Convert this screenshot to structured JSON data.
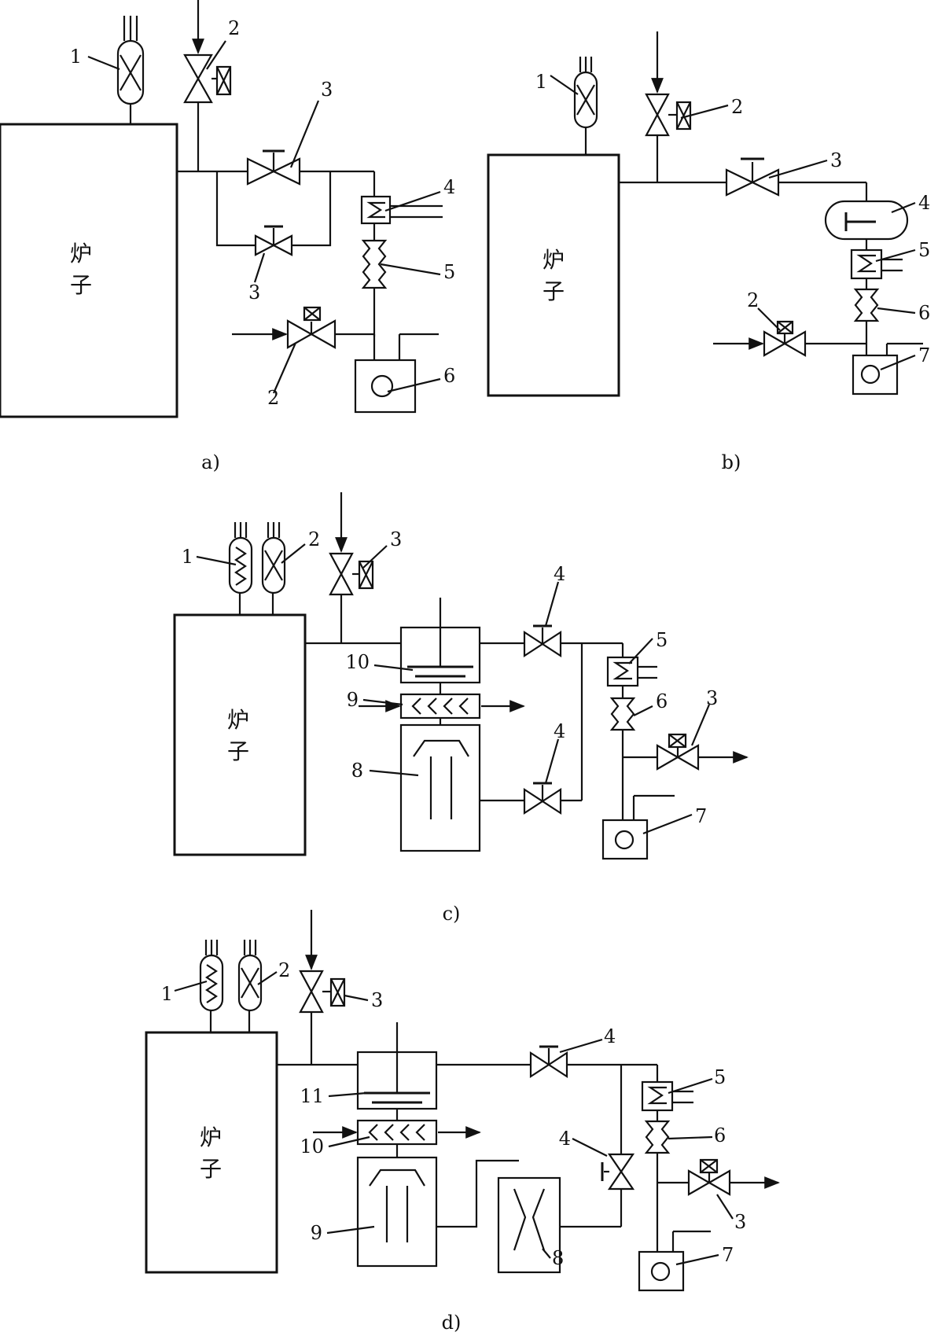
{
  "furnace_label": [
    "炉",
    "子"
  ],
  "panels": {
    "a": {
      "caption": "a)",
      "labels": {
        "n1": "1",
        "n2a": "2",
        "n2b": "2",
        "n3a": "3",
        "n3b": "3",
        "n4": "4",
        "n5": "5",
        "n6": "6"
      }
    },
    "b": {
      "caption": "b)",
      "labels": {
        "n1": "1",
        "n2a": "2",
        "n2b": "2",
        "n3": "3",
        "n4": "4",
        "n5": "5",
        "n6": "6",
        "n7": "7"
      }
    },
    "c": {
      "caption": "c)",
      "labels": {
        "n1": "1",
        "n2": "2",
        "n3a": "3",
        "n3b": "3",
        "n4a": "4",
        "n4b": "4",
        "n5": "5",
        "n6": "6",
        "n7": "7",
        "n8": "8",
        "n9": "9",
        "n10": "10"
      }
    },
    "d": {
      "caption": "d)",
      "labels": {
        "n1": "1",
        "n2": "2",
        "n3a": "3",
        "n3b": "3",
        "n4a": "4",
        "n4b": "4",
        "n5": "5",
        "n6": "6",
        "n7": "7",
        "n8": "8",
        "n9": "9",
        "n10": "10",
        "n11": "11"
      }
    }
  }
}
